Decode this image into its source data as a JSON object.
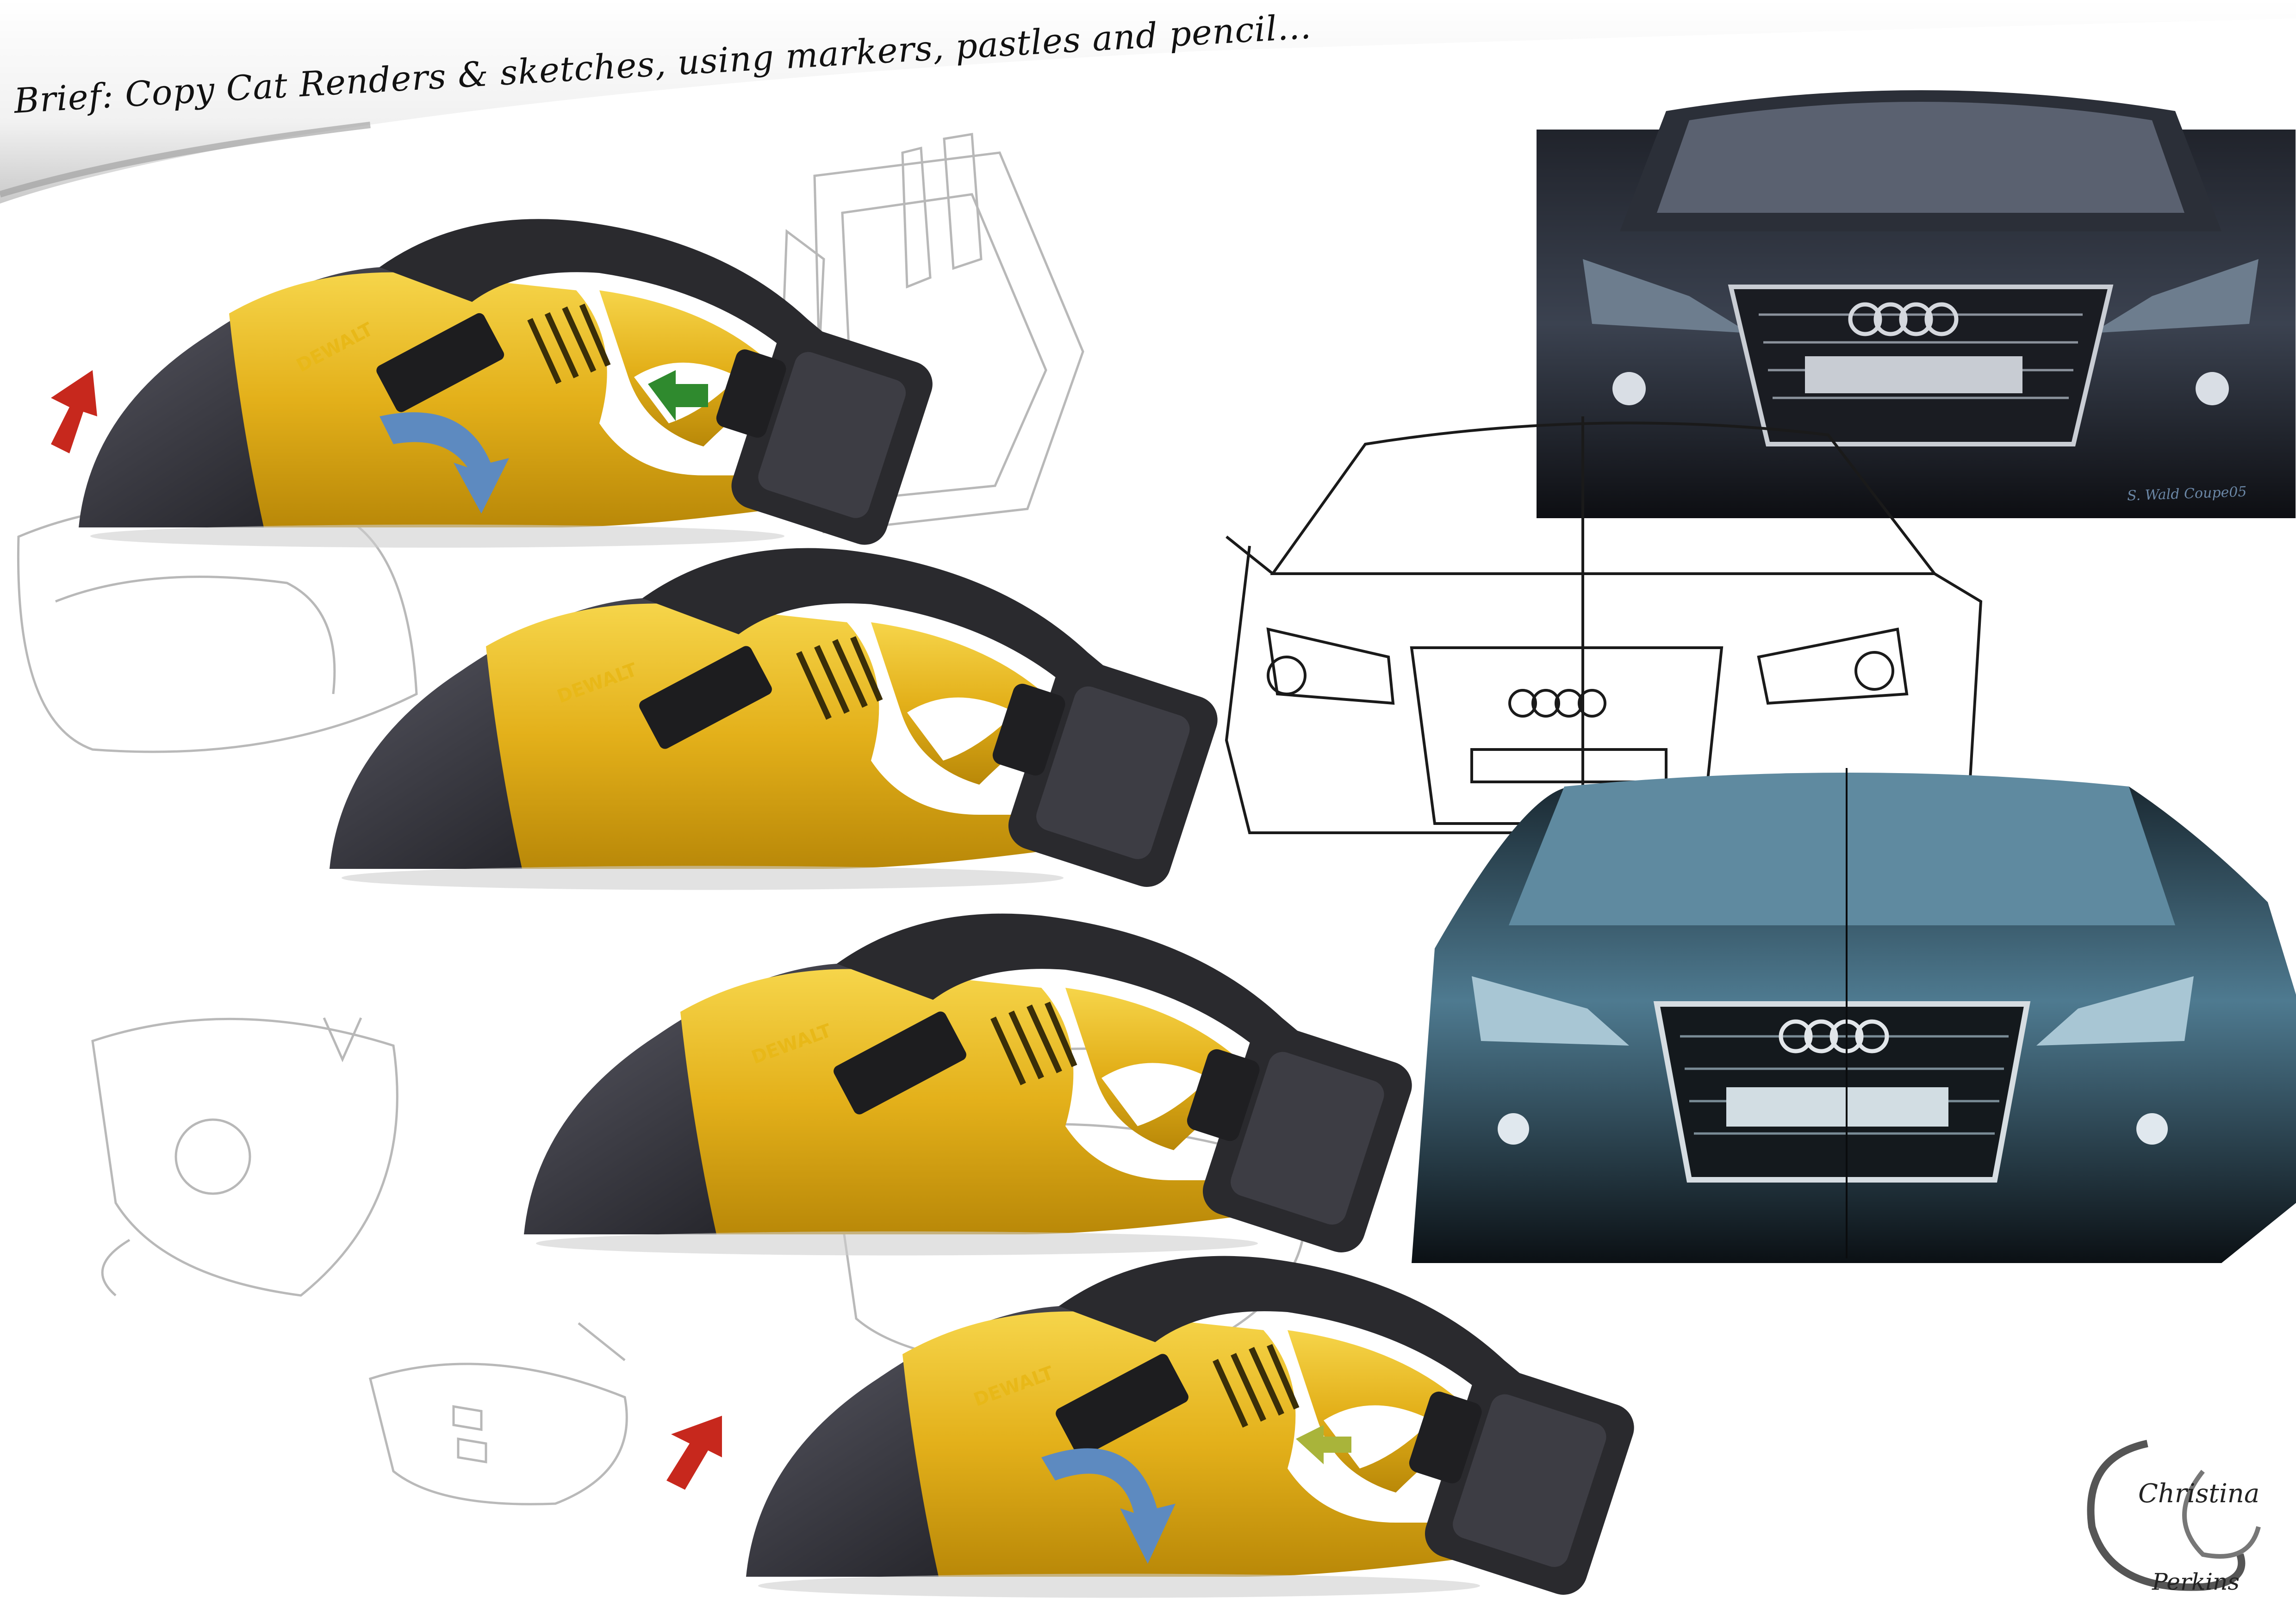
{
  "brief_text": "Brief: Copy Cat Renders & sketches, using markers, pastles and pencil...",
  "brand_label": "DEWALT",
  "car_artist_signature": "S. Wald Coupe05",
  "signature": {
    "first_name": "Christina",
    "last_name": "Perkins"
  },
  "colors": {
    "vacuum_yellow": "#e8b818",
    "vacuum_dark": "#2c2c30",
    "car_dark": "#17191f",
    "car_blue": "#3a5f74",
    "arrow_red": "#c7281d",
    "arrow_blue": "#5d8ac0",
    "arrow_green": "#2f8a2e",
    "arrow_olive": "#a9b43a"
  }
}
